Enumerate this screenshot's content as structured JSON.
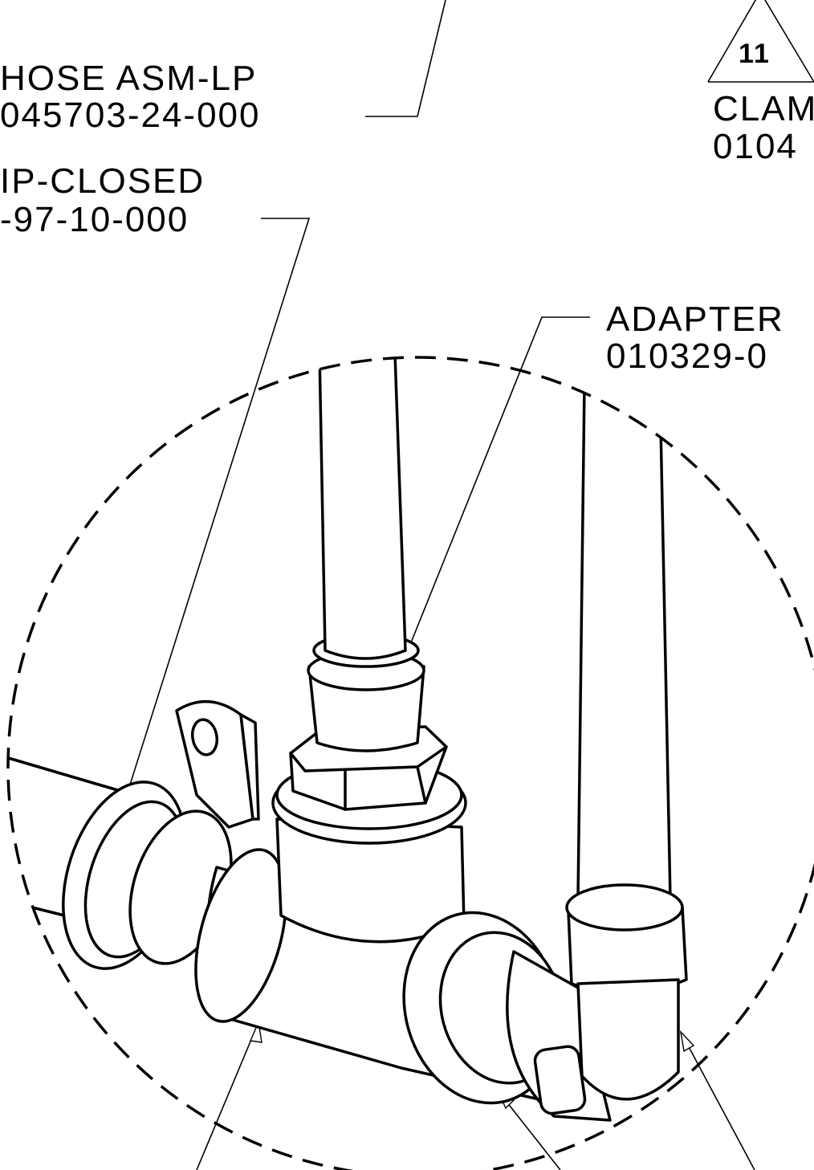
{
  "callouts": {
    "hose": {
      "name": "HOSE ASM-LP",
      "part": "045703-24-000"
    },
    "clip": {
      "name": "IP-CLOSED",
      "part": "-97-10-000"
    },
    "adapter": {
      "name": "ADAPTER",
      "part": "010329-0"
    },
    "clamp": {
      "name": "CLAM",
      "part": "0104"
    }
  },
  "badge": {
    "number": "11"
  }
}
